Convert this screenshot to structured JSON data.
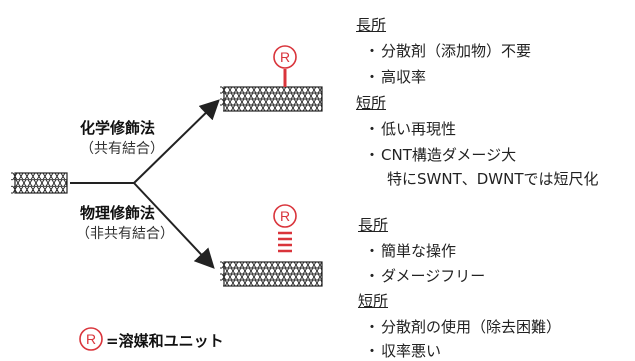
{
  "left": {
    "chemical": {
      "title": "化学修飾法",
      "subtitle": "（共有結合）"
    },
    "physical": {
      "title": "物理修飾法",
      "subtitle": "（非共有結合）"
    }
  },
  "legend": {
    "symbol": "R",
    "text": "=溶媒和ユニット"
  },
  "chemical_panel": {
    "pros_heading": "長所",
    "pros": [
      "分散剤（添加物）不要",
      "高収率"
    ],
    "cons_heading": "短所",
    "cons": [
      "低い再現性",
      "CNT構造ダメージ大",
      "特にSWNT、DWNTでは短尺化"
    ]
  },
  "physical_panel": {
    "pros_heading": "長所",
    "pros": [
      "簡単な操作",
      "ダメージフリー"
    ],
    "cons_heading": "短所",
    "cons": [
      "分散剤の使用（除去困難）",
      "収率悪い"
    ]
  },
  "bullet_char": "・",
  "colors": {
    "accent": "#d9343b",
    "line": "#222222"
  }
}
